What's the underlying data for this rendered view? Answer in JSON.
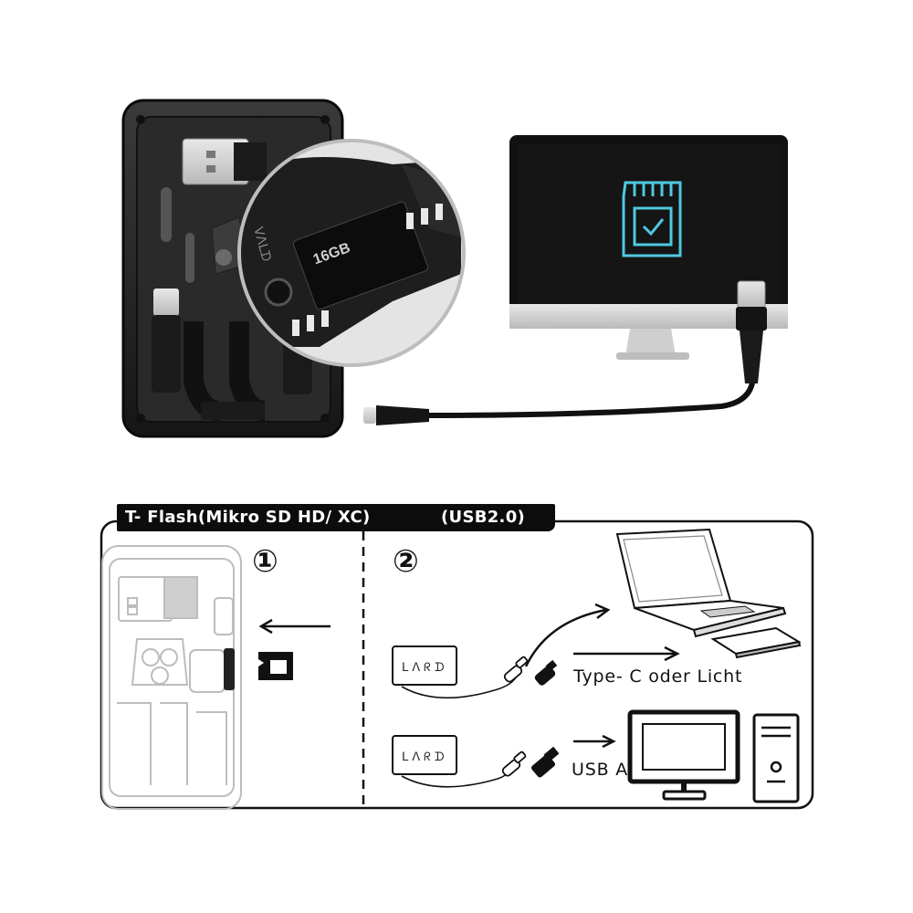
{
  "header": {
    "card_type": "T- Flash(Mikro SD HD/ XC)",
    "usb_spec": "(USB2.0)"
  },
  "steps": {
    "step1": "①",
    "step2": "②"
  },
  "labels": {
    "type_c": "Type- C oder Licht",
    "usb_a": "USB A"
  },
  "product": {
    "brand": "ᒪᐱᖇᗪ",
    "card_label": "16GB",
    "zoom_text": "ᐯᐱᒪᗪ"
  },
  "colors": {
    "screen_icon": "#4ec9e0",
    "label_bar": "#0c0c0c"
  },
  "icons": [
    "sd-card-check-icon",
    "microsd-icon",
    "usb-c-plug-icon",
    "usb-a-plug-icon",
    "laptop-icon",
    "phone-icon",
    "desktop-monitor-icon",
    "pc-tower-icon"
  ]
}
